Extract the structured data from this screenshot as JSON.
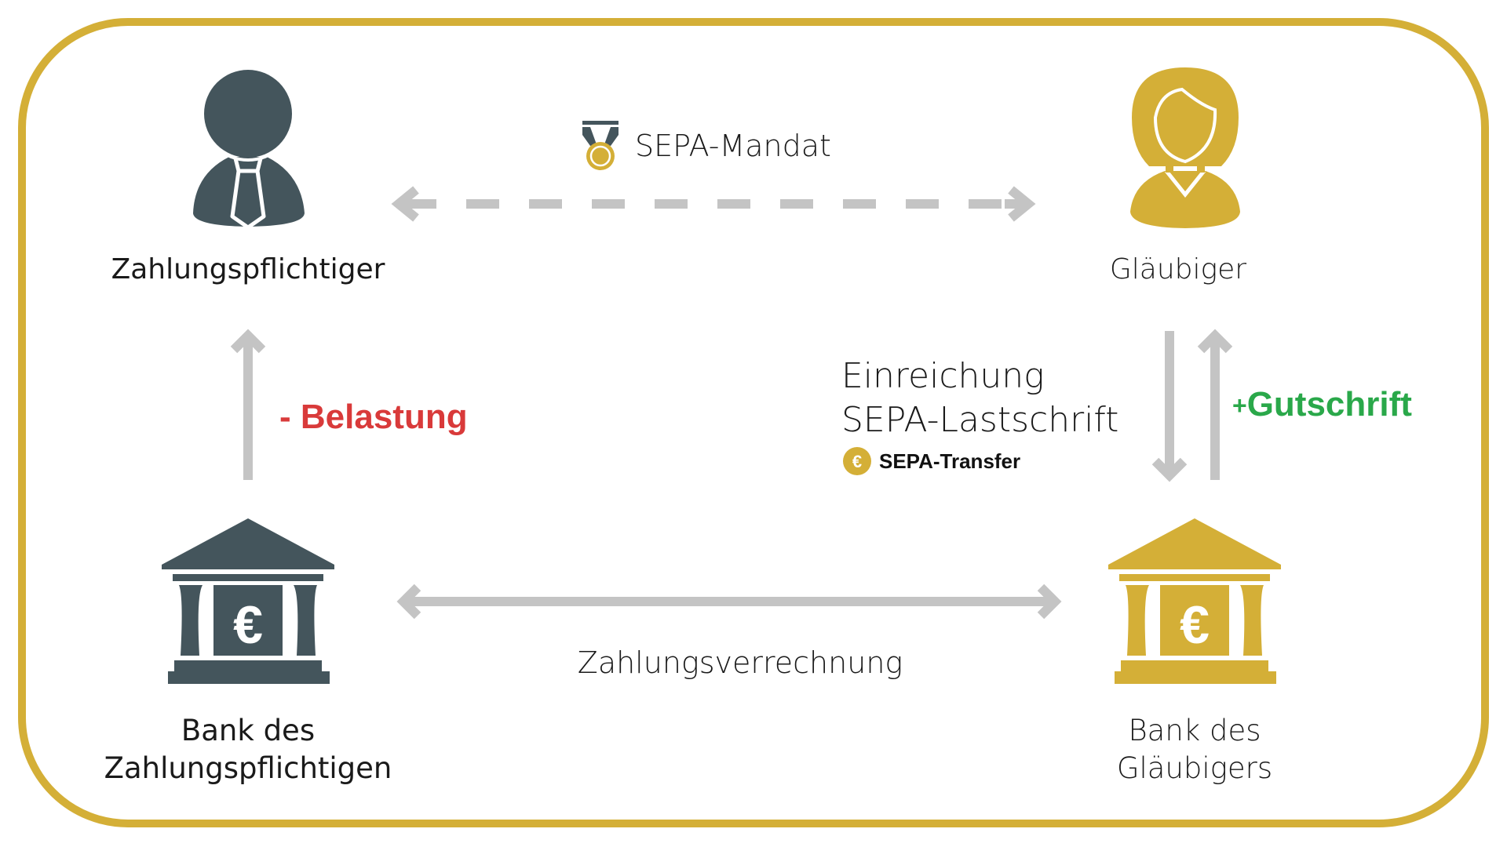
{
  "colors": {
    "dark": "#44555c",
    "gold": "#d4af37",
    "arrow": "#c4c4c4",
    "debit": "#d93a3a",
    "credit": "#2aa84a",
    "border": "#d4af37"
  },
  "actors": {
    "payer": "Zahlungspflichtiger",
    "creditor": "Gläubiger",
    "payer_bank_line1": "Bank des",
    "payer_bank_line2": "Zahlungspflichtigen",
    "creditor_bank_line1": "Bank des",
    "creditor_bank_line2": "Gläubigers"
  },
  "flows": {
    "mandate": "SEPA-Mandat",
    "debit": "- Belastung",
    "credit_sign": "+",
    "credit": "Gutschrift",
    "submission_line1": "Einreichung",
    "submission_line2": "SEPA-Lastschrift",
    "transfer": "SEPA-Transfer",
    "transfer_icon": "€",
    "clearing": "Zahlungsverrechnung",
    "bank_symbol": "€"
  }
}
